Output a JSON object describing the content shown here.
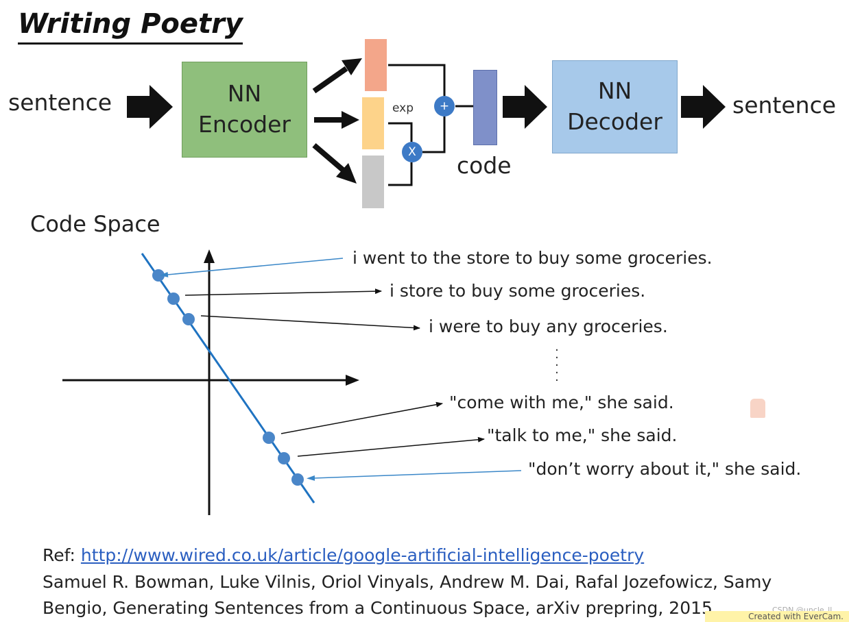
{
  "title": "Writing Poetry",
  "pipeline": {
    "input_label": "sentence",
    "encoder_line1": "NN",
    "encoder_line2": "Encoder",
    "exp_label": "exp",
    "plus_symbol": "+",
    "times_symbol": "X",
    "code_label": "code",
    "decoder_line1": "NN",
    "decoder_line2": "Decoder",
    "output_label": "sentence",
    "colors": {
      "encoder": "#8fbf7c",
      "decoder": "#a7c9ea",
      "mean_vector": "#f3a68a",
      "sigma_vector": "#fdd38a",
      "noise_vector": "#c8c8c8",
      "code_vector": "#7f90c9",
      "operator": "#3d7ac6"
    }
  },
  "code_space": {
    "title": "Code Space",
    "sentences": [
      "i went to the store to buy some groceries.",
      "i store to buy some groceries.",
      "i were to buy any groceries.",
      "\"come with me,\" she said.",
      "\"talk to me,\" she said.",
      "\"don’t worry about it,\" she said."
    ],
    "colors": {
      "line": "#1f73c1",
      "point": "#4a86c8",
      "highlight_arrow": "#3a87c8",
      "arrow": "#111111"
    }
  },
  "reference": {
    "prefix": "Ref: ",
    "url": "http://www.wired.co.uk/article/google-artificial-intelligence-poetry",
    "line2": "Samuel R. Bowman, Luke Vilnis, Oriol Vinyals, Andrew M. Dai, Rafal Jozefowicz, Samy",
    "line3": "Bengio, Generating Sentences from a Continuous Space, arXiv prepring, 2015"
  },
  "watermark": {
    "created_with": "Created with EverCam.",
    "csdn": "CSDN @uncle_ll"
  }
}
